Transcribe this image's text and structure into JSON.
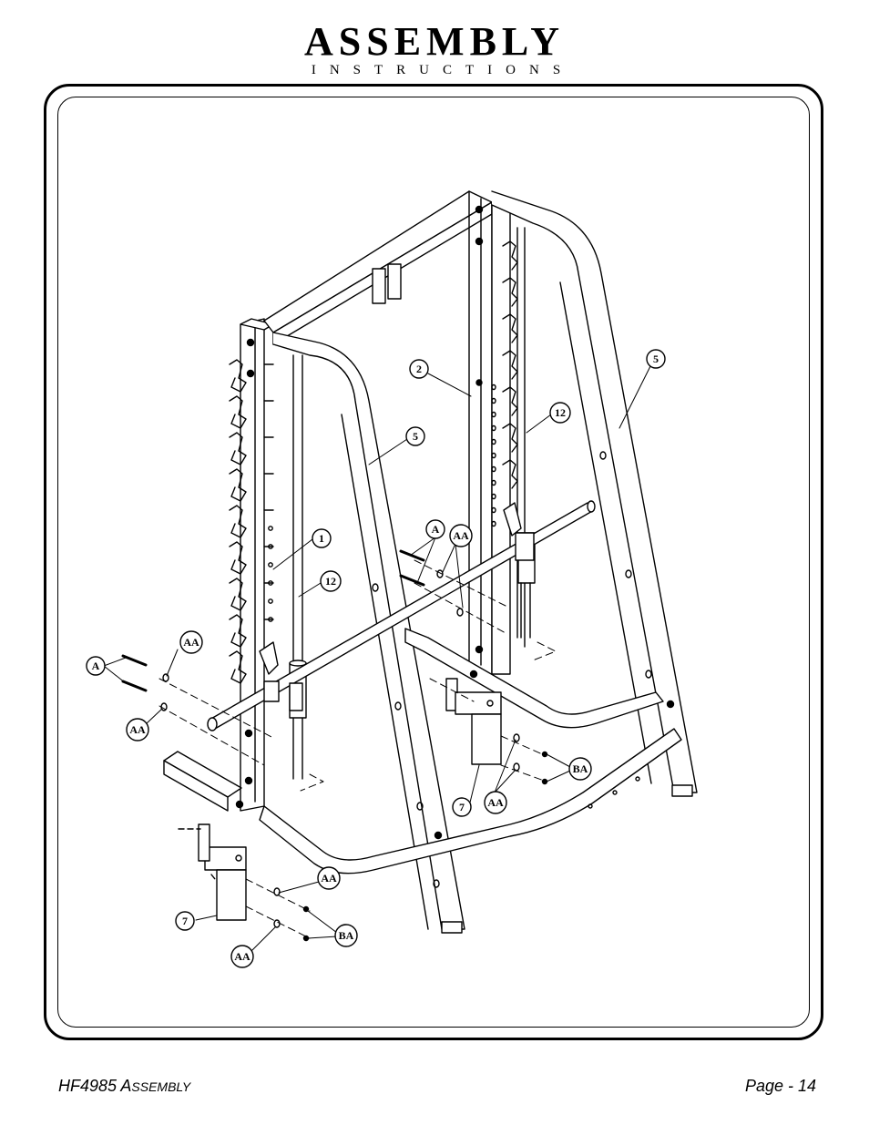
{
  "header": {
    "title": "ASSEMBLY",
    "subtitle": "INSTRUCTIONS"
  },
  "diagram": {
    "callouts": {
      "c1": "1",
      "c2": "2",
      "c5a": "5",
      "c5b": "5",
      "c12a": "12",
      "c12b": "12",
      "c7a": "7",
      "c7b": "7",
      "cA1": "A",
      "cA2": "A",
      "cAA1": "AA",
      "cAA2": "AA",
      "cAA3": "AA",
      "cAA4": "AA",
      "cAA5": "AA",
      "cAA6": "AA",
      "cBA1": "BA",
      "cBA2": "BA"
    }
  },
  "footer": {
    "model": "HF4985 A",
    "doc_label": "SSEMBLY",
    "page": "Page - 14"
  }
}
